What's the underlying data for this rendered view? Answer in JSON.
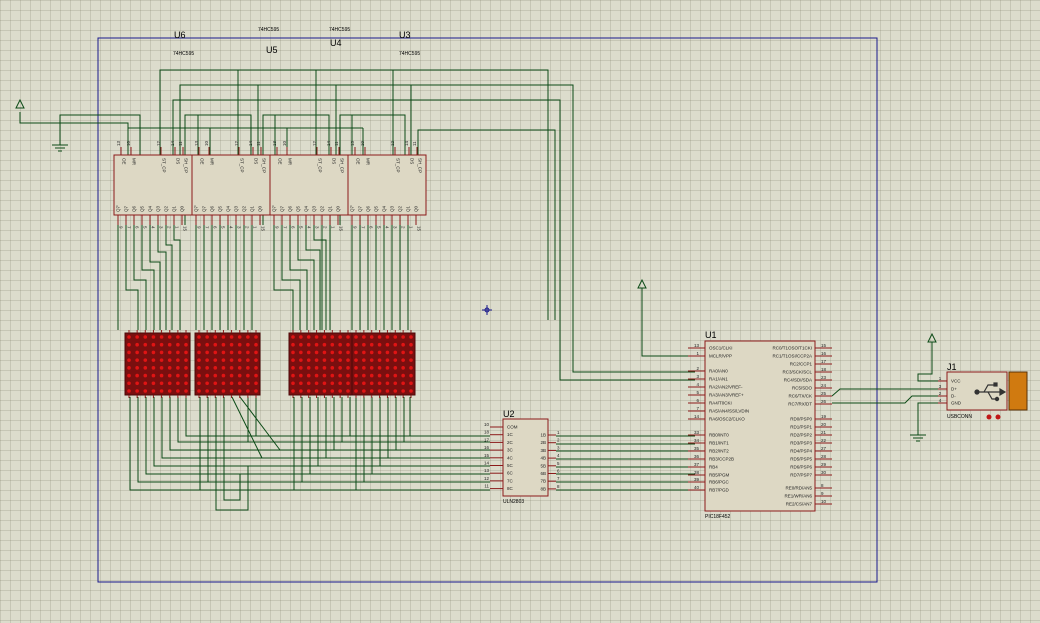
{
  "components": {
    "u6": {
      "ref": "U6",
      "value": "74HC595"
    },
    "u5": {
      "ref": "U5",
      "value": "74HC595"
    },
    "u4": {
      "ref": "U4",
      "value": "74HC595"
    },
    "u3": {
      "ref": "U3",
      "value": "74HC595"
    },
    "u2": {
      "ref": "U2",
      "value": "ULN2803"
    },
    "u1": {
      "ref": "U1",
      "value": "PIC18F452"
    },
    "j1": {
      "ref": "J1",
      "value": "USBCONN"
    }
  },
  "shift_register_pins": {
    "top_labels": [
      "OE",
      "MR",
      "ST_CP",
      "DS",
      "SH_CP"
    ],
    "top_numbers": [
      "13",
      "10",
      "12",
      "14",
      "11"
    ],
    "bottom_labels": [
      "Q7'",
      "Q7",
      "Q6",
      "Q5",
      "Q4",
      "Q3",
      "Q2",
      "Q1",
      "Q0"
    ],
    "bottom_numbers": [
      "9",
      "7",
      "6",
      "5",
      "4",
      "3",
      "2",
      "1",
      "15"
    ]
  },
  "uln2803": {
    "left_numbers": [
      "10",
      "18",
      "17",
      "16",
      "15",
      "14",
      "13",
      "12",
      "11"
    ],
    "left_labels": [
      "COM",
      "1C",
      "2C",
      "3C",
      "4C",
      "5C",
      "6C",
      "7C",
      "8C"
    ],
    "right_labels": [
      "1B",
      "2B",
      "3B",
      "4B",
      "5B",
      "6B",
      "7B",
      "8B"
    ],
    "right_numbers": [
      "1",
      "2",
      "3",
      "4",
      "5",
      "6",
      "7",
      "8"
    ]
  },
  "pic": {
    "left": [
      {
        "num": "13",
        "label": "OSC1/CLKI"
      },
      {
        "num": "1",
        "label": "MCLR/VPP"
      },
      {
        "num": "2",
        "label": "RA0/AN0"
      },
      {
        "num": "3",
        "label": "RA1/AN1"
      },
      {
        "num": "4",
        "label": "RA2/AN2/VREF-"
      },
      {
        "num": "5",
        "label": "RA3/AN3/VREF+"
      },
      {
        "num": "6",
        "label": "RA4/T0CKI"
      },
      {
        "num": "7",
        "label": "RA5/AN4/SS/LVDIN"
      },
      {
        "num": "14",
        "label": "RA6/OSC2/CLKO"
      },
      {
        "num": "33",
        "label": "RB0/INT0"
      },
      {
        "num": "34",
        "label": "RB1/INT1"
      },
      {
        "num": "35",
        "label": "RB2/INT2"
      },
      {
        "num": "36",
        "label": "RB3/CCP2B"
      },
      {
        "num": "37",
        "label": "RB4"
      },
      {
        "num": "38",
        "label": "RB5/PGM"
      },
      {
        "num": "39",
        "label": "RB6/PGC"
      },
      {
        "num": "40",
        "label": "RB7/PGD"
      }
    ],
    "right": [
      {
        "num": "15",
        "label": "RC0/T1OSO/T1CKI"
      },
      {
        "num": "16",
        "label": "RC1/T1OSI/CCP2A"
      },
      {
        "num": "17",
        "label": "RC2/CCP1"
      },
      {
        "num": "18",
        "label": "RC3/SCK/SCL"
      },
      {
        "num": "23",
        "label": "RC4/SDI/SDA"
      },
      {
        "num": "24",
        "label": "RC5/SDO"
      },
      {
        "num": "25",
        "label": "RC6/TX/CK"
      },
      {
        "num": "26",
        "label": "RC7/RX/DT"
      },
      {
        "num": "19",
        "label": "RD0/PSP0"
      },
      {
        "num": "20",
        "label": "RD1/PSP1"
      },
      {
        "num": "21",
        "label": "RD2/PSP2"
      },
      {
        "num": "22",
        "label": "RD3/PSP3"
      },
      {
        "num": "27",
        "label": "RD4/PSP4"
      },
      {
        "num": "28",
        "label": "RD5/PSP5"
      },
      {
        "num": "29",
        "label": "RD6/PSP6"
      },
      {
        "num": "30",
        "label": "RD7/PSP7"
      },
      {
        "num": "8",
        "label": "RE0/RD/AN5"
      },
      {
        "num": "9",
        "label": "RE1/WR/AN6"
      },
      {
        "num": "10",
        "label": "RE2/CS/AN7"
      }
    ]
  },
  "usb": {
    "pins": [
      {
        "num": "1",
        "label": "VCC"
      },
      {
        "num": "3",
        "label": "D+"
      },
      {
        "num": "2",
        "label": "D-"
      },
      {
        "num": "4",
        "label": "GND"
      }
    ]
  },
  "colors": {
    "wire": "#0b4a16",
    "component_outline": "#8b1a1a",
    "component_fill": "#ddd8c4",
    "led_off": "#7a0f0f",
    "led_dot": "#e01414",
    "sheet_border": "#1a1a8c",
    "usb_plug": "#d07a10"
  }
}
